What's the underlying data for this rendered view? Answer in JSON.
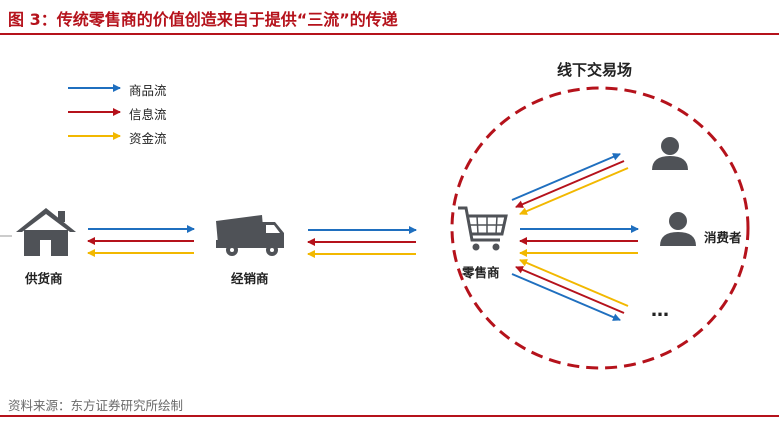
{
  "title": "图 3：传统零售商的价值创造来自于提供“三流”的传递",
  "legend": [
    {
      "label": "商品流",
      "color": "#1f6fbf"
    },
    {
      "label": "信息流",
      "color": "#b5121b"
    },
    {
      "label": "资金流",
      "color": "#f2b800"
    }
  ],
  "nodes": {
    "supplier": "供货商",
    "distributor": "经销商",
    "retailer": "零售商",
    "consumer": "消费者"
  },
  "market_title": "线下交易场",
  "ellipsis": "…",
  "source": "资料来源：东方证券研究所绘制",
  "colors": {
    "accent": "#b5121b",
    "goods": "#1f6fbf",
    "info": "#b5121b",
    "money": "#f2b800"
  }
}
